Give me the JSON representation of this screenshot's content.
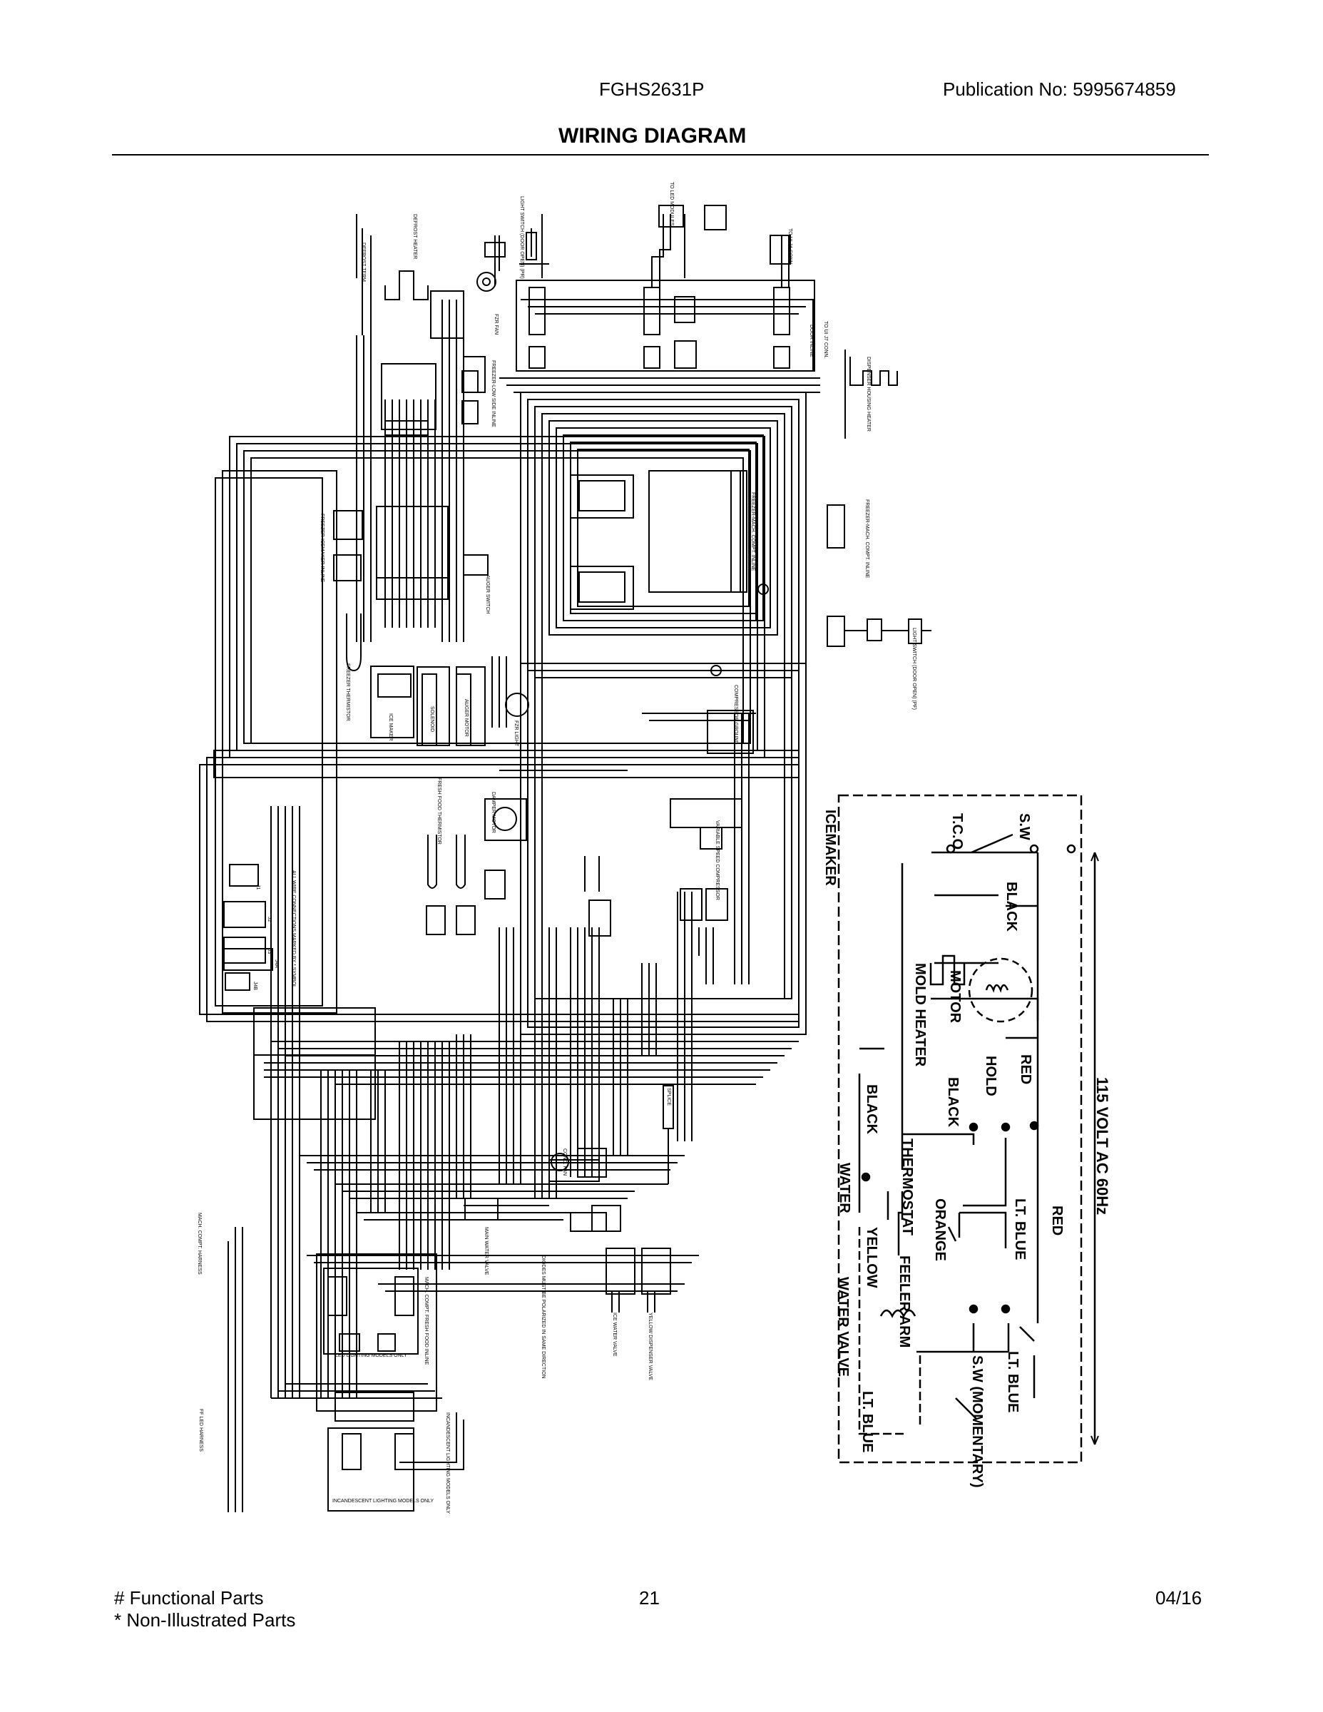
{
  "header": {
    "model": "FGHS2631P",
    "publication": "Publication No:  5995674859",
    "title": "WIRING DIAGRAM"
  },
  "footer": {
    "legend_functional": "# Functional Parts",
    "legend_non_illustrated": "* Non-Illustrated Parts",
    "page_number": "21",
    "date": "04/16"
  },
  "icemaker": {
    "section_label": "ICEMAKER",
    "voltage": "115 VOLT AC 60Hz",
    "labels": {
      "sw_top": "S.W",
      "tco": "T.C.O",
      "black_1": "BLACK",
      "motor": "MOTOR",
      "mold_heater": "MOLD HEATER",
      "red_1": "RED",
      "hold": "HOLD",
      "black_2": "BLACK",
      "black_3": "BLACK",
      "water": "WATER",
      "thermostat": "THERMOSTAT",
      "orange": "ORANGE",
      "lt_blue_1": "LT. BLUE",
      "red_2": "RED",
      "yellow": "YELLOW",
      "feeler_arm": "FEELER ARM",
      "water_valve": "WATER VALVE",
      "sw_momentary": "S.W (MOMENTARY)",
      "lt_blue_2": "LT. BLUE",
      "lt_blue_3": "LT. BLUE"
    }
  },
  "main_labels": {
    "freezer_low_side": "FREEZER-LOW SIDE INLINE",
    "door_inline": "DOOR INLINE",
    "dispenser_heater": "DISPENSER HOUSING HEATER",
    "freezer_mach_compt": "FREEZER-MACH. COMPT. INLINE",
    "freezer_icemaker": "FREEZER-ICEMAKER INLINE",
    "auger_switch": "AUGER SWITCH",
    "freezer_thermistor": "FREEZER THERMISTOR",
    "ice_maker": "ICE MAKER",
    "solenoid": "SOLENOID",
    "auger_motor": "AUGER MOTOR",
    "fzr_light": "FZR LIGHT",
    "compressor_ground": "COMPRESSOR GROUND",
    "light_switch_pf": "LIGHT SWITCH (DOOR OPEN) (PF)",
    "light_switch_pr": "LIGHT SWITCH (DOOR OPEN) (PR)",
    "fzr_fan": "FZR FAN",
    "defrost_heater": "DEFROST HEATER",
    "defrost_term": "DEFROST TERM",
    "to_led_modules": "TO LED MODULES",
    "to_ui_j4": "TO UI J4 CONN.",
    "to_ui_j7": "TO UI J7 CONN.",
    "compressor": "VARIABLE SPEED COMPRESSOR",
    "damper_motor": "DAMPER MOTOR",
    "ff_thermistor": "FRESH FOOD THERMISTOR",
    "j1": "J1",
    "j2": "J2",
    "j3": "J3",
    "j4a": "J4A",
    "j4b": "J4B",
    "all_wire": "ALL WIRE CONNECTIONS MARKED BY * SYMBOL",
    "cond_fan": "COND. FAN",
    "main_water_valve": "MAIN WATER VALVE",
    "diodes_note": "DIODES MUST BE POLARIZED IN SAME DIRECTION",
    "ice_water_valve": "ICE WATER VALVE",
    "dispenser_valve": "YELLOW DISPENSER VALVE",
    "mach_compt_harness": "MACH. COMPT. HARNESS",
    "mach_compt_ff_inline": "MACH. COMPT. FRESH FOOD INLINE",
    "led_models": "LED LIGHTING MODELS ONLY",
    "incandescent_models": "INCANDESCENT LIGHTING MODELS ONLY",
    "incandescent_right": "INCANDESCENT LIGHTING MODELS ONLY",
    "ff_led_harness": "FF LED HARNESS",
    "splice": "SPLICE"
  }
}
